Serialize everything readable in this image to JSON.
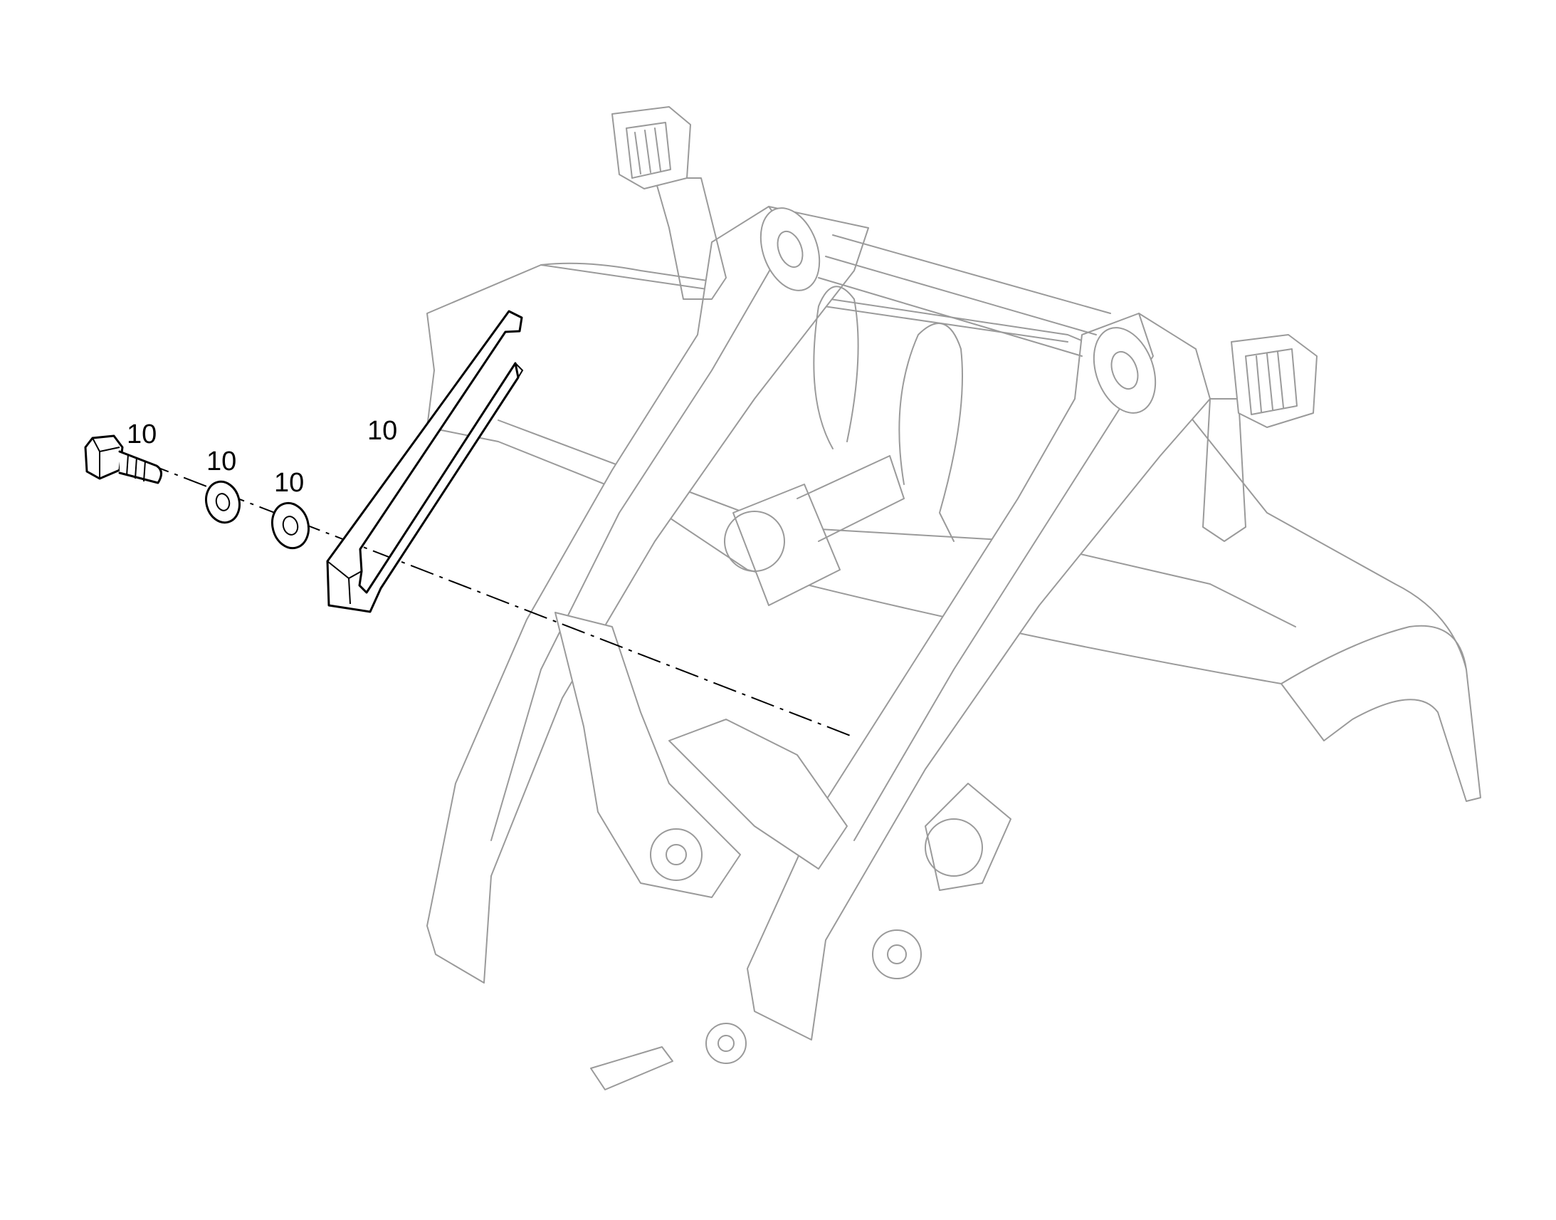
{
  "callouts": [
    {
      "id": "bolt",
      "text": "10"
    },
    {
      "id": "washer-1",
      "text": "10"
    },
    {
      "id": "washer-2",
      "text": "10"
    },
    {
      "id": "channel",
      "text": "10"
    }
  ],
  "colors": {
    "assembly_outline": "#9a9a9a",
    "part_outline": "#000000",
    "background": "#ffffff"
  }
}
